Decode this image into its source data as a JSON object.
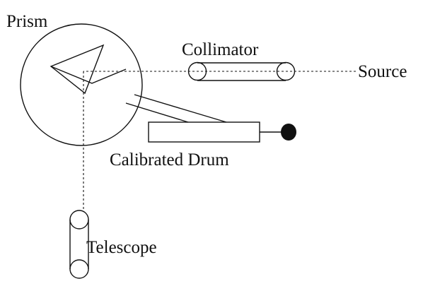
{
  "labels": {
    "prism": "Prism",
    "collimator": "Collimator",
    "source": "Source",
    "drum": "Calibrated Drum",
    "telescope": "Telescope"
  }
}
